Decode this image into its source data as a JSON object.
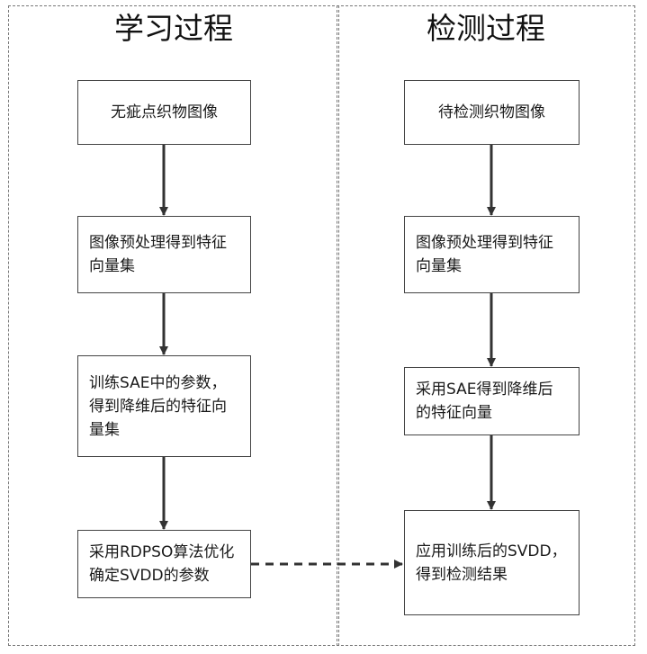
{
  "panels": {
    "learning": {
      "title": "学习过程",
      "steps": [
        "无疵点织物图像",
        "图像预处理得到特征向量集",
        "训练SAE中的参数，得到降维后的特征向量集",
        "采用RDPSO算法优化确定SVDD的参数"
      ]
    },
    "detection": {
      "title": "检测过程",
      "steps": [
        "待检测织物图像",
        "图像预处理得到特征向量集",
        "采用SAE得到降维后的特征向量",
        "应用训练后的SVDD，得到检测结果"
      ]
    }
  },
  "colors": {
    "arrow": "#333333",
    "box_border": "#444444",
    "panel_border": "#777777"
  }
}
